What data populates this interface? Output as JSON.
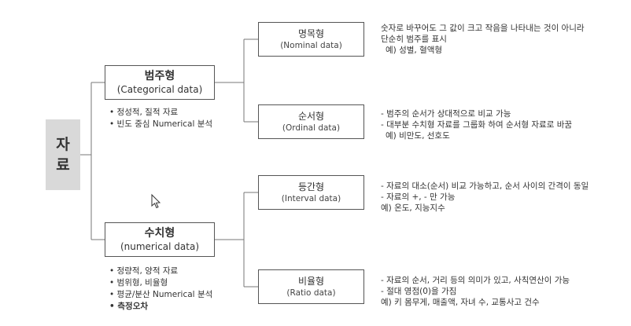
{
  "root": {
    "line1": "자",
    "line2": "료"
  },
  "top_cut_text": "",
  "categorical": {
    "title": "범주형",
    "subtitle": "(Categorical data)",
    "bullets": [
      "정성적, 질적 자료",
      "빈도 중심 Numerical 분석"
    ]
  },
  "numerical": {
    "title": "수치형",
    "subtitle": "(numerical data)",
    "bullets": [
      "정량적, 양적 자료",
      "범위형, 비율형",
      "평균/분산 Numerical 분석",
      "측정오차"
    ]
  },
  "leaves": {
    "nominal": {
      "title": "명목형",
      "subtitle": "(Nominal data)",
      "desc": [
        "숫자로 바꾸어도 그 값이 크고 작음을 나타내는 것이 아니라",
        "단순히 범주를 표시",
        "예) 성별, 혈액형"
      ]
    },
    "ordinal": {
      "title": "순서형",
      "subtitle": "(Ordinal data)",
      "desc": [
        "- 범주의 순서가 상대적으로 비교 가능",
        "- 대부분 수치형 자료를 그룹화 하여 순서형 자료로 바꿈",
        "예) 비만도,  선호도"
      ]
    },
    "interval": {
      "title": "등간형",
      "subtitle": "(Interval data)",
      "desc": [
        "- 자료의 대소(순서) 비교 가능하고, 순서 사이의 간격이 동일",
        "- 자료의 +, - 만 가능",
        "예) 온도,  지능지수"
      ]
    },
    "ratio": {
      "title": "비율형",
      "subtitle": "(Ratio data)",
      "desc": [
        "- 자료의 순서, 거리 등의 의미가 있고, 사칙연산이 가능",
        "- 절대 영점(0)을 가짐",
        "예) 키 몸무게, 매출액, 자녀 수, 교통사고 건수"
      ]
    }
  }
}
